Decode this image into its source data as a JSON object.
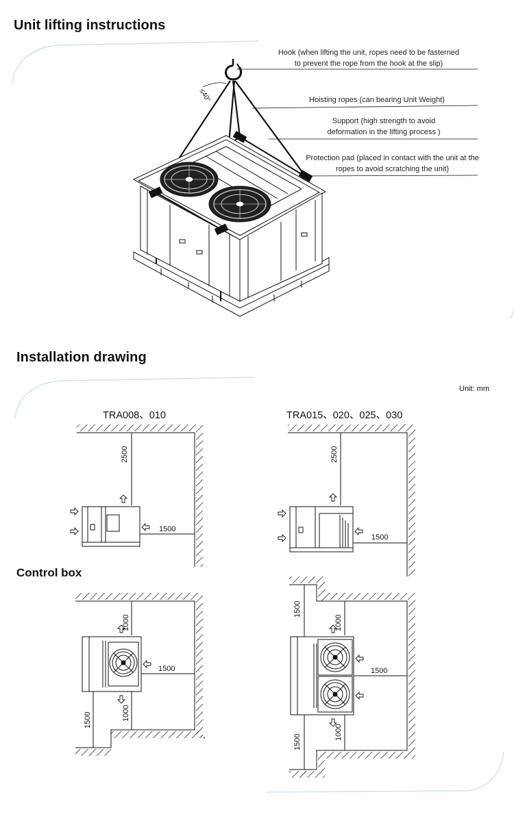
{
  "sections": {
    "lifting_title": "Unit lifting instructions",
    "install_title": "Installation drawing",
    "control_box_title": "Control box",
    "unit_note": "Unit: mm"
  },
  "lifting_labels": {
    "hook": [
      "Hook (when lifting the unit, ropes need to be fasterned",
      "to prevent the rope from the hook at the slip)"
    ],
    "ropes": "Hoisting ropes (can bearing Unit Weight)",
    "support": [
      "Support (high strength to avoid",
      "deformation in the lifting process )"
    ],
    "pad": [
      "Protection pad (placed in contact with the unit at the",
      "ropes to avoid scratching the unit)"
    ],
    "angle": "≤40°"
  },
  "models": {
    "left": "TRA008、010",
    "right": "TRA015、020、025、030"
  },
  "dimensions": {
    "d2500": "2500",
    "d1500": "1500",
    "d1000": "1000"
  },
  "colors": {
    "line": "#111111",
    "accent_arc": "#cfe3f0"
  }
}
